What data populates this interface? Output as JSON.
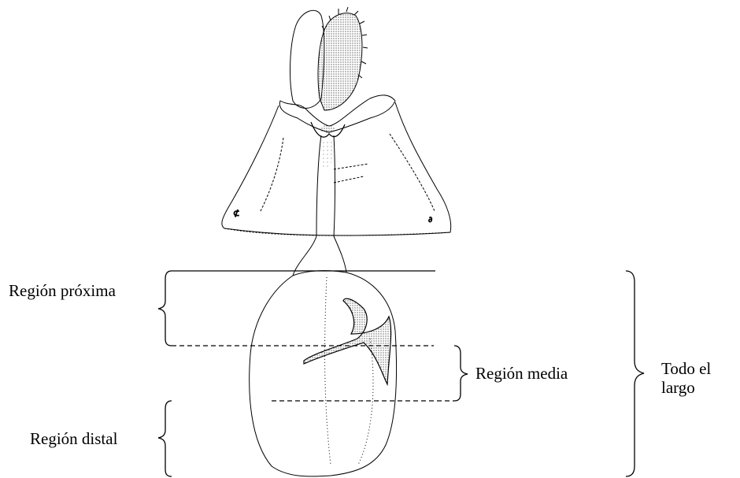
{
  "labels": {
    "region_proxima": "Región próxima",
    "region_media": "Región media",
    "region_distal": "Región distal",
    "todo_el_largo_line1": "Todo el",
    "todo_el_largo_line2": "largo"
  },
  "colors": {
    "ink": "#000000",
    "background": "#ffffff"
  }
}
